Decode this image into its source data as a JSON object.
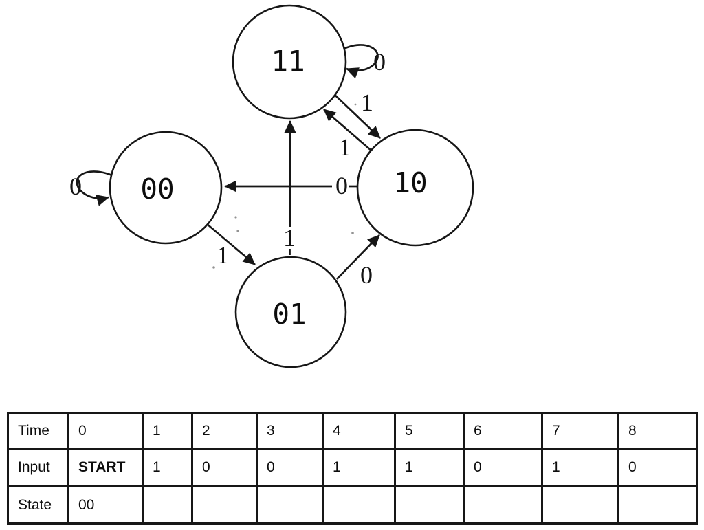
{
  "diagram": {
    "states": [
      {
        "label": "11"
      },
      {
        "label": "00"
      },
      {
        "label": "10"
      },
      {
        "label": "01"
      }
    ],
    "edges": [
      {
        "from": "11",
        "to": "11",
        "label": "0"
      },
      {
        "from": "00",
        "to": "00",
        "label": "0"
      },
      {
        "from": "11",
        "to": "10",
        "label": "1"
      },
      {
        "from": "10",
        "to": "11",
        "label": "1"
      },
      {
        "from": "10",
        "to": "00",
        "label": "0"
      },
      {
        "from": "01",
        "to": "11",
        "label": "1"
      },
      {
        "from": "00",
        "to": "01",
        "label": "1"
      },
      {
        "from": "01",
        "to": "10",
        "label": "0"
      }
    ],
    "line_color": "#161616"
  },
  "table": {
    "rows": [
      {
        "label": "Time",
        "cells": [
          "0",
          "1",
          "2",
          "3",
          "4",
          "5",
          "6",
          "7",
          "8"
        ]
      },
      {
        "label": "Input",
        "cells": [
          "START",
          "1",
          "0",
          "0",
          "1",
          "1",
          "0",
          "1",
          "0"
        ]
      },
      {
        "label": "State",
        "cells": [
          "00",
          "",
          "",
          "",
          "",
          "",
          "",
          "",
          ""
        ]
      }
    ]
  }
}
